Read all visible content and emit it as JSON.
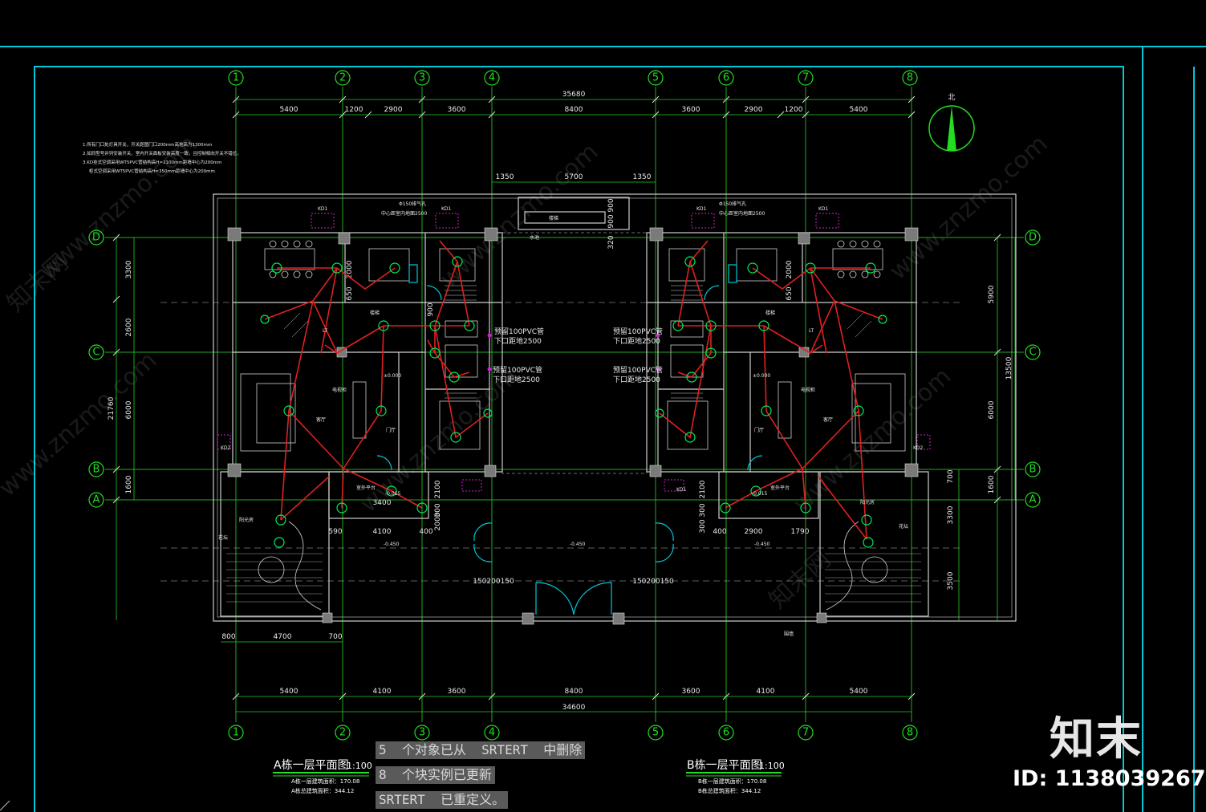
{
  "drawing": {
    "axis_labels": {
      "numbers": [
        "1",
        "2",
        "3",
        "4",
        "5",
        "6",
        "7",
        "8"
      ],
      "letters_left": [
        "D",
        "C",
        "B",
        "A"
      ],
      "letters_right": [
        "D",
        "C",
        "B",
        "A"
      ]
    },
    "north_label": "北",
    "dims": {
      "top_overall": "35680",
      "top_row": [
        "5400",
        "1200",
        "2900",
        "3600",
        "8400",
        "3600",
        "2900",
        "1200",
        "5400"
      ],
      "entry": [
        "1350",
        "5700",
        "1350"
      ],
      "bottom_row": [
        "5400",
        "4100",
        "3600",
        "8400",
        "3600",
        "4100",
        "5400"
      ],
      "bottom_overall": "34600",
      "bottom_left": [
        "800",
        "4700",
        "700"
      ],
      "left_vertical": [
        "3300",
        "2600",
        "6000",
        "1600"
      ],
      "left_total": "21760",
      "right_vertical": [
        "5900",
        "6000",
        "1600"
      ],
      "right_total": "13500",
      "right_lower": [
        "700",
        "3300",
        "3500"
      ],
      "core_vertical": [
        "900",
        "900",
        "320"
      ],
      "platform_left": [
        "590",
        "4100",
        "400"
      ],
      "platform_right": [
        "400",
        "2900",
        "1790"
      ],
      "platform_width": "3400",
      "door_left": "150200150",
      "door_right": "150200150",
      "wall_left": [
        "2100",
        "300",
        "2000"
      ],
      "wall_right": [
        "2100",
        "300",
        "300"
      ],
      "kitchen_left": [
        "2000",
        "650"
      ],
      "kitchen_right": [
        "2000",
        "650"
      ],
      "stair_left": "900"
    },
    "notes": [
      "1.所有门口处灯具开关，开关距图门口200mm高地高为1300mm",
      "2.如同型号并列安装开关，室内开关面板安装高度一致，且控制相向开关不错位。",
      "3.KD挂式空调采用WT5PVC管结构高H=2100mm距墙中心为200mm",
      "柜式空调采用WT5PVC管结构高H=350mm距墙中心为200mm"
    ],
    "annotations": {
      "vent_left": "Φ150排气孔",
      "vent_left_2": "中心距室内地面2500",
      "vent_right": "Φ150排气孔",
      "vent_right_2": "中心距室内地面2500",
      "kd1": "KD1",
      "kd2": "KD2",
      "pvc_label": "预留100PVC管",
      "pvc_height": "下口距地2500",
      "elev_000": "±0.000",
      "elev_015": "-0.015",
      "elev_450": "-0.450",
      "living": "客厅",
      "entry": "门厅",
      "tv": "电视柜",
      "platform": "室外平台",
      "sunroom": "阳光房",
      "garden": "花坛",
      "stair": "楼梯",
      "lt": "LT",
      "water": "水池",
      "fence": "围墙"
    },
    "watermark": "www.znzmo.com",
    "watermark_brand": "知末网"
  },
  "titles": {
    "left": {
      "title": "A栋一层平面图",
      "scale": "1:100",
      "area1": "A栋一层建筑面积：170.08",
      "area2": "A栋总建筑面积：344.12"
    },
    "right": {
      "title": "B栋一层平面图",
      "scale": "1:100",
      "area1": "B栋一层建筑面积：170.08",
      "area2": "B栋总建筑面积：344.12"
    }
  },
  "command_lines": [
    "5  个对象已从  SRTERT  中删除",
    "8  个块实例已更新",
    "SRTERT  已重定义。"
  ],
  "brand": {
    "logo": "知末",
    "id": "ID: 1138039267"
  },
  "colors": {
    "frame": "#00c8d8",
    "axis": "#22dd22",
    "wall": "#cfcfcf",
    "wire": "#e02020",
    "light": "#00ee55",
    "magenta": "#d020d0"
  }
}
